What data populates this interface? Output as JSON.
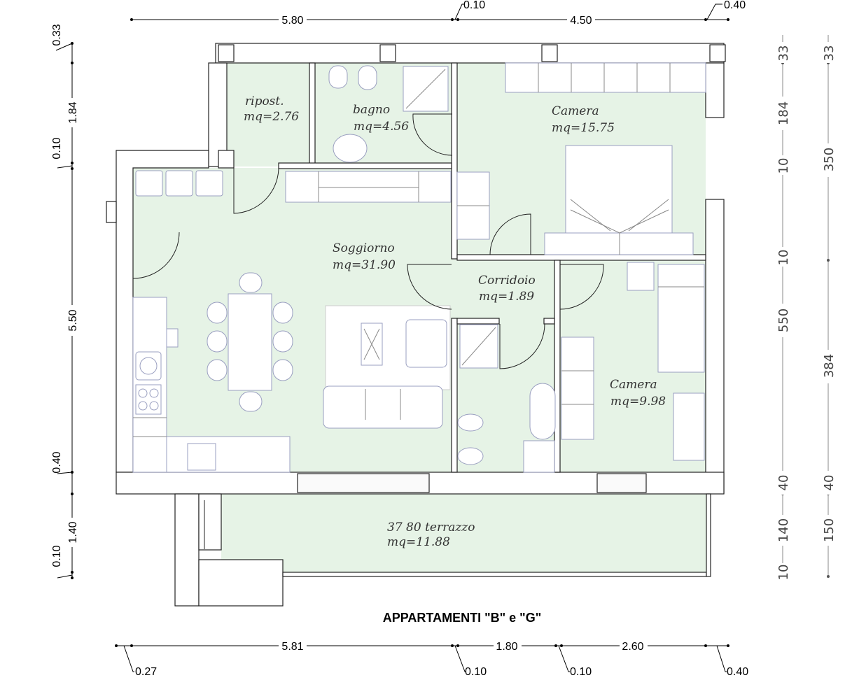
{
  "title": "APPARTAMENTI \"B\" e \"G\"",
  "rooms": {
    "ripost_name": "ripost.",
    "ripost_area": "mq=2.76",
    "bagno_name": "bagno",
    "bagno_area": "mq=4.56",
    "camera1_name": "Camera",
    "camera1_area": "mq=15.75",
    "soggiorno_name": "Soggiorno",
    "soggiorno_area": "mq=31.90",
    "corridoio_name": "Corridoio",
    "corridoio_area": "mq=1.89",
    "camera2_name": "Camera",
    "camera2_area": "mq=9.98",
    "terrazzo_name": "37  80  terrazzo",
    "terrazzo_area": "mq=11.88"
  },
  "dims_top": {
    "d1": "5.80",
    "d2": "0.10",
    "d3": "4.50",
    "d4": "0.40"
  },
  "dims_bottom": {
    "d1": "5.81",
    "d2": "1.80",
    "d3": "2.60",
    "n1": "0.27",
    "n2": "0.10",
    "n3": "0.10",
    "n4": "0.40"
  },
  "dims_left": {
    "a": "0.33",
    "b": "1.84",
    "c": "0.10",
    "d": "5.50",
    "e": "0.40",
    "f": "1.40",
    "g": "0.10"
  },
  "dims_right1": {
    "a": "33",
    "b": "184",
    "c": "10",
    "d": "10",
    "e": "550",
    "f": "40",
    "g": "140",
    "h": "10"
  },
  "dims_right2": {
    "a": "33",
    "b": "350",
    "c": "384",
    "d": "40",
    "e": "150"
  }
}
